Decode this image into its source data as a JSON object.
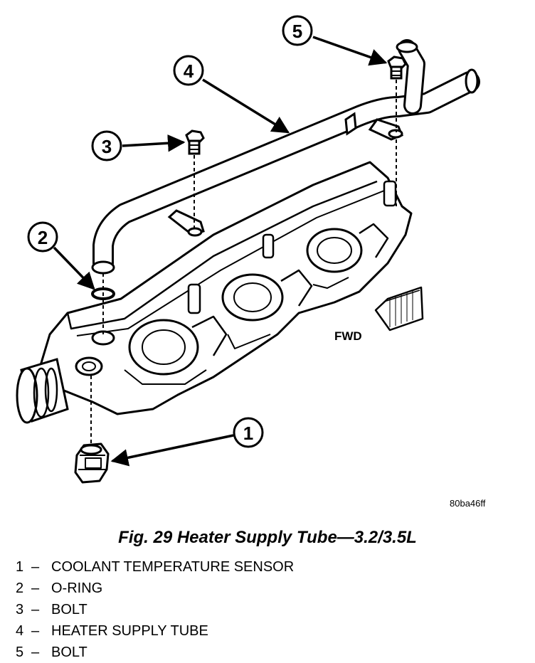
{
  "figure": {
    "callouts": [
      "1",
      "2",
      "3",
      "4",
      "5"
    ],
    "fwd_label": "FWD",
    "image_code": "80ba46ff"
  },
  "caption": "Fig. 29 Heater Supply Tube—3.2/3.5L",
  "legend": [
    {
      "num": "1",
      "sep": "–",
      "label": "COOLANT TEMPERATURE SENSOR"
    },
    {
      "num": "2",
      "sep": "–",
      "label": "O-RING"
    },
    {
      "num": "3",
      "sep": "–",
      "label": "BOLT"
    },
    {
      "num": "4",
      "sep": "–",
      "label": "HEATER SUPPLY TUBE"
    },
    {
      "num": "5",
      "sep": "–",
      "label": "BOLT"
    }
  ]
}
